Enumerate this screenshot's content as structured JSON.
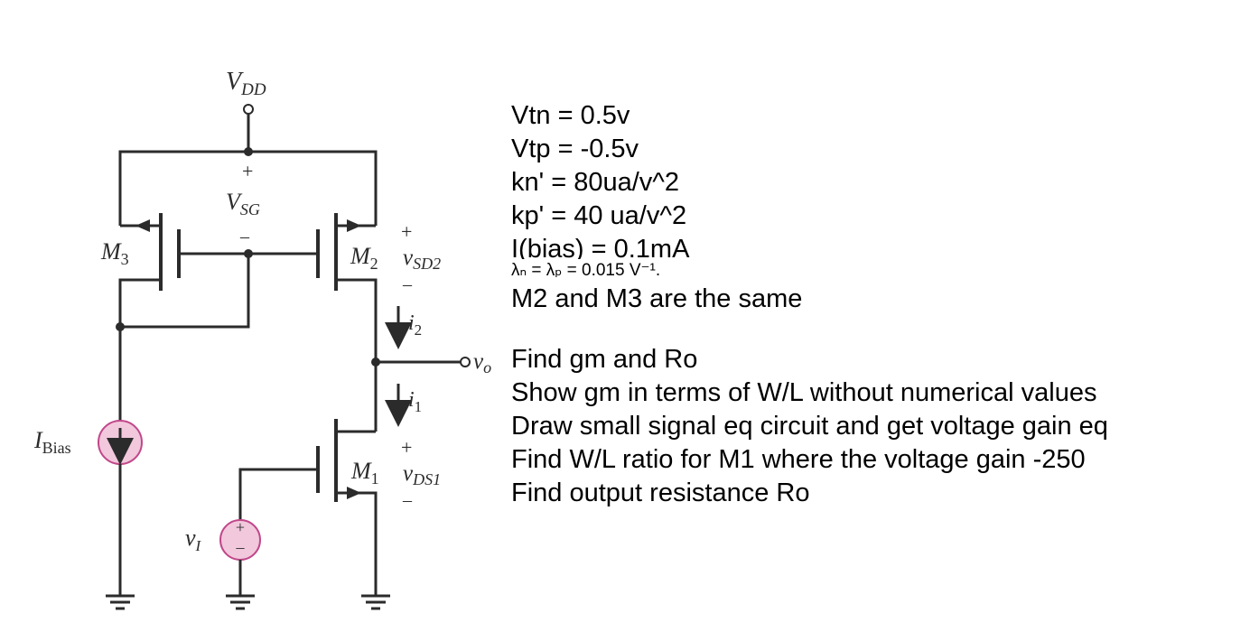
{
  "circuit": {
    "labels": {
      "vdd": "V",
      "vdd_sub": "DD",
      "vsg": "V",
      "vsg_sub": "SG",
      "vsg_plus": "+",
      "vsg_minus": "–",
      "m3": "M",
      "m3_sub": "3",
      "m2": "M",
      "m2_sub": "2",
      "m1": "M",
      "m1_sub": "1",
      "vsd2": "v",
      "vsd2_sub": "SD2",
      "vsd2_plus": "+",
      "vsd2_minus": "–",
      "vds1": "v",
      "vds1_sub": "DS1",
      "vds1_plus": "+",
      "vds1_minus": "–",
      "i2": "i",
      "i2_sub": "2",
      "i1": "i",
      "i1_sub": "1",
      "vo": "v",
      "vo_sub": "o",
      "ibias": "I",
      "ibias_sub": "Bias",
      "vi": "v",
      "vi_sub": "I",
      "src_plus": "+",
      "src_minus": "–"
    },
    "colors": {
      "wire": "#2b2b2b",
      "source_fill": "#f2c8dc",
      "source_stroke": "#c0488a"
    }
  },
  "notes": {
    "params": [
      "Vtn = 0.5v",
      "Vtp = -0.5v",
      "kn' = 80ua/v^2",
      "kp' = 40 ua/v^2",
      "I(bias) = 0.1mA"
    ],
    "lambda": "λₙ = λₚ = 0.015 V⁻¹.",
    "same": "M2 and M3 are the same",
    "tasks": [
      "Find gm and Ro",
      "Show gm in terms of W/L without numerical values",
      "Draw small signal eq circuit and get voltage gain eq",
      "Find W/L ratio for M1 where the voltage gain -250",
      "Find output resistance Ro"
    ]
  }
}
